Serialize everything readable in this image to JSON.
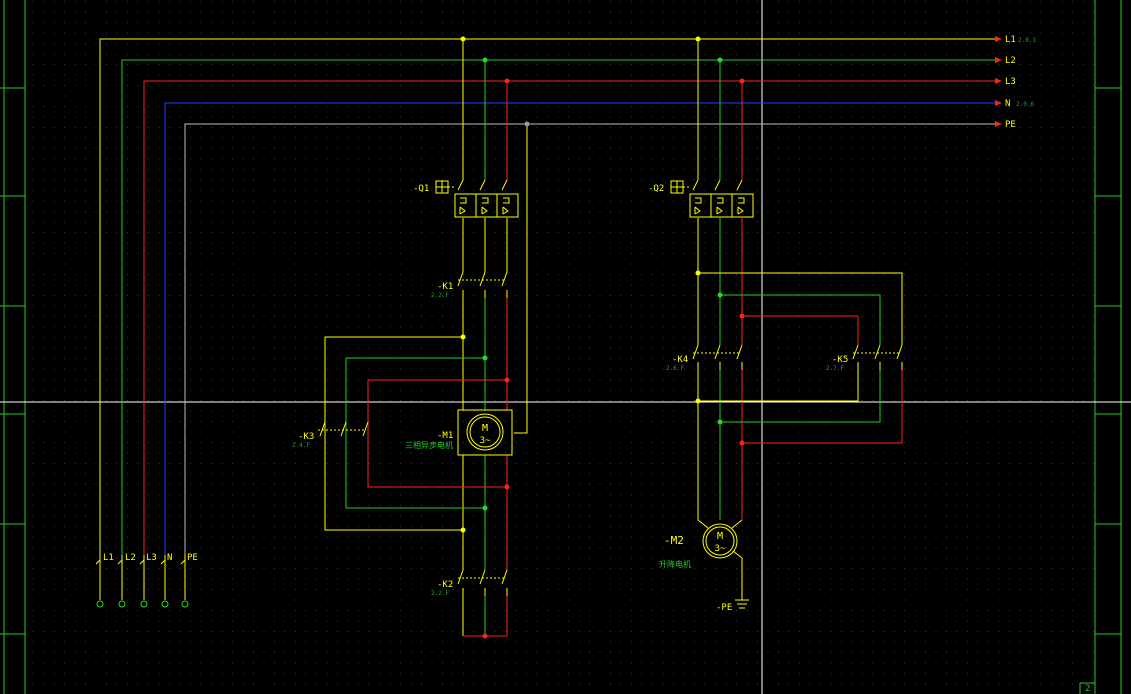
{
  "colors": {
    "background": "#000000",
    "grid_dot": "#3a3a3a",
    "L1": "#ffff00",
    "L2": "#22cc22",
    "L3": "#ff2020",
    "N": "#2040ff",
    "PE": "#bbbbbb",
    "symbol": "#ffff00",
    "node_yellow": "#ffff00",
    "node_green": "#22dd22",
    "node_red": "#ff2020",
    "frame": "#22cc22",
    "crosshair": "#ffffff"
  },
  "bus_labels": {
    "L1": "L1",
    "L1_ref": "2.0.1",
    "L2": "L2",
    "L3": "L3",
    "N": "N",
    "N_ref": "2.0.6",
    "PE": "PE"
  },
  "terminal_labels": [
    "L1",
    "L2",
    "L3",
    "N",
    "PE"
  ],
  "devices": {
    "Q1": "-Q1",
    "Q2": "-Q2",
    "K1": "-K1",
    "K1_ref": "2.2.F",
    "K2": "-K2",
    "K2_ref": "2.2.F",
    "K3": "-K3",
    "K3_ref": "2.4.F",
    "K4": "-K4",
    "K4_ref": "2.6.F",
    "K5": "-K5",
    "K5_ref": "2.7.F",
    "M1": "-M1",
    "M1_desc": "三相异步电机",
    "M2": "-M2",
    "M2_desc": "升降电机",
    "PE_symbol": "-PE",
    "motor_letter": "M",
    "motor_phase": "3~"
  },
  "page_number": "2",
  "icons": [
    "breaker-icon",
    "contactor-icon",
    "motor-icon",
    "ground-icon",
    "terminal-icon",
    "arrow-icon"
  ]
}
